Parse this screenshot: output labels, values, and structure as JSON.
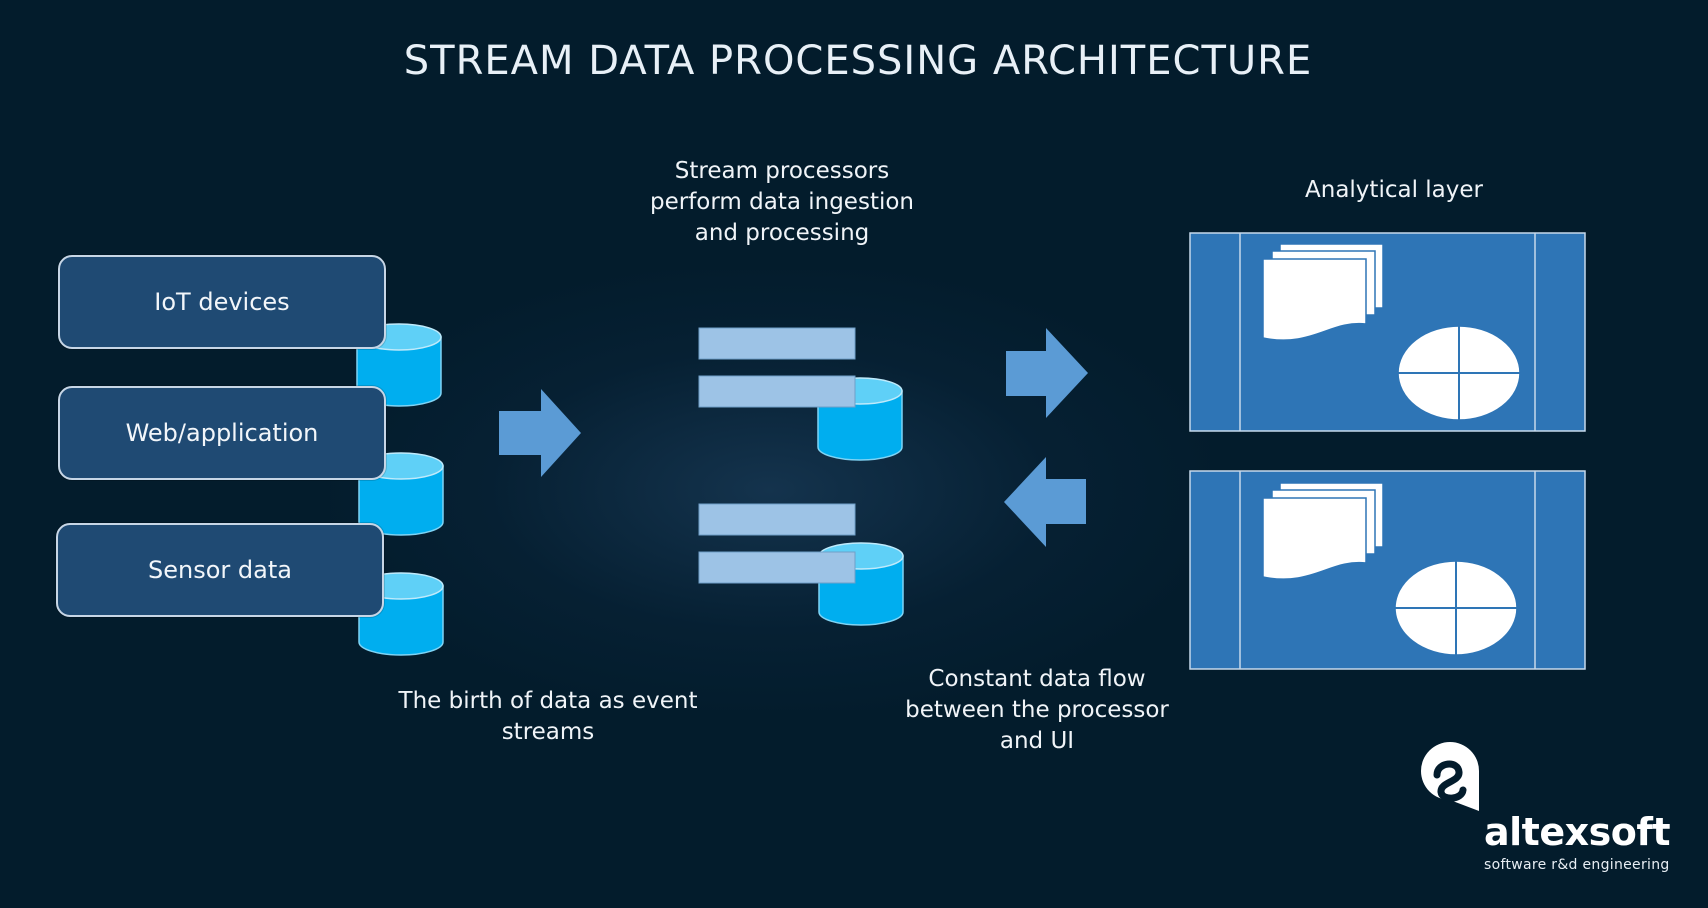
{
  "title": "STREAM DATA PROCESSING ARCHITECTURE",
  "sources": [
    {
      "label": "IoT devices"
    },
    {
      "label": "Web/application"
    },
    {
      "label": "Sensor data"
    }
  ],
  "captions": {
    "processors": [
      "Stream processors",
      "perform data ingestion",
      "and processing"
    ],
    "analytical": "Analytical layer",
    "birth": [
      "The birth of data as event",
      "streams"
    ],
    "flow": [
      "Constant data flow",
      "between the processor",
      "and UI"
    ]
  },
  "logo": {
    "name": "altexsoft",
    "tagline": "software r&d engineering"
  },
  "colors": {
    "background": "#031c2c",
    "source_box": "#1f4a73",
    "database": "#00aeef",
    "arrow": "#5b9bd5",
    "processor_bar": "#9dc3e6",
    "analytics_panel": "#2e75b6"
  }
}
